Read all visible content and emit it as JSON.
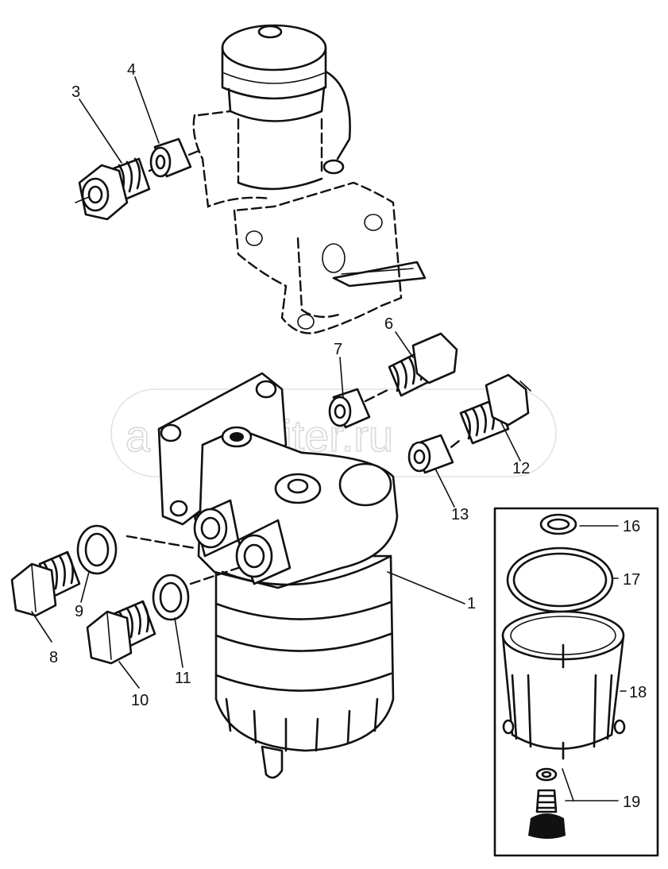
{
  "watermark": "autopiter.ru",
  "watermark_logo": "a",
  "callouts": {
    "c1": "1",
    "c3": "3",
    "c4": "4",
    "c6": "6",
    "c7": "7",
    "c8": "8",
    "c9": "9",
    "c10": "10",
    "c11": "11",
    "c12": "12",
    "c13": "13",
    "c16": "16",
    "c17": "17",
    "c18": "18",
    "c19": "19"
  }
}
